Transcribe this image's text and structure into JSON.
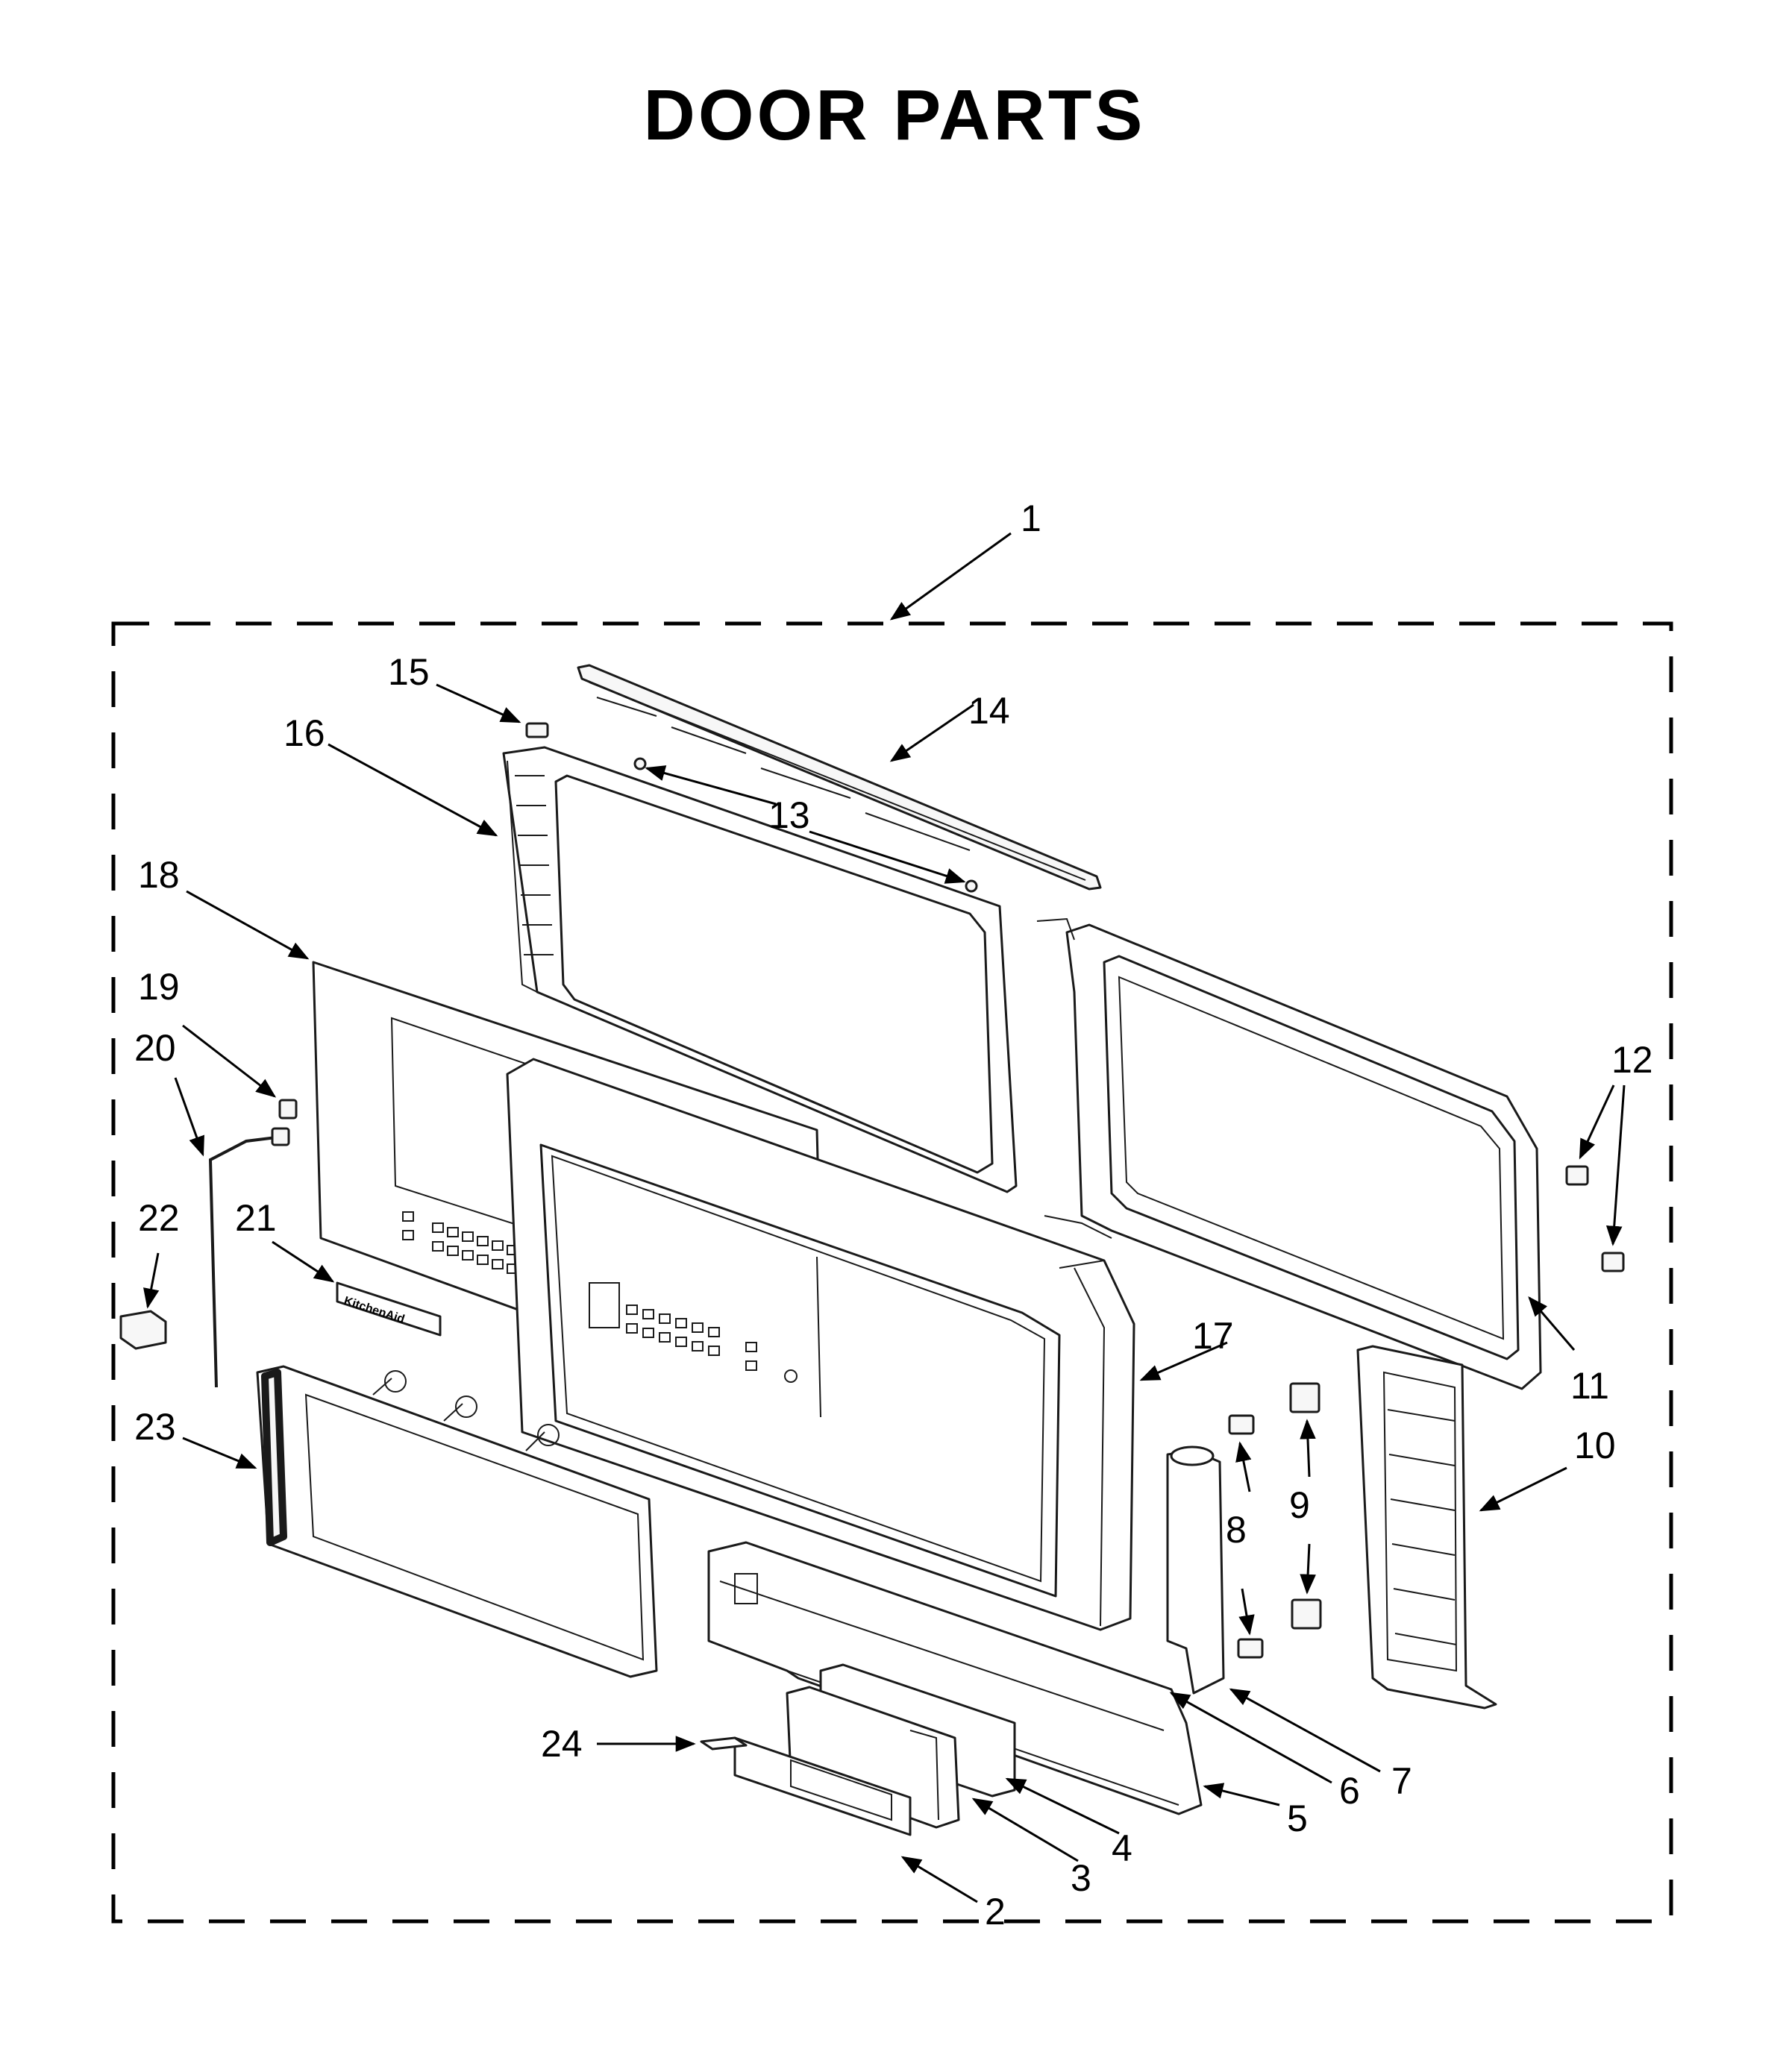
{
  "title": "DOOR PARTS",
  "brand_plate_text": "KitchenAid",
  "callouts": [
    {
      "id": "1",
      "label": "1"
    },
    {
      "id": "2",
      "label": "2"
    },
    {
      "id": "3",
      "label": "3"
    },
    {
      "id": "4",
      "label": "4"
    },
    {
      "id": "5",
      "label": "5"
    },
    {
      "id": "6",
      "label": "6"
    },
    {
      "id": "7",
      "label": "7"
    },
    {
      "id": "8a",
      "label": "8"
    },
    {
      "id": "9a",
      "label": "9"
    },
    {
      "id": "10",
      "label": "10"
    },
    {
      "id": "11",
      "label": "11"
    },
    {
      "id": "12",
      "label": "12"
    },
    {
      "id": "13",
      "label": "13"
    },
    {
      "id": "14",
      "label": "14"
    },
    {
      "id": "15",
      "label": "15"
    },
    {
      "id": "16",
      "label": "16"
    },
    {
      "id": "17",
      "label": "17"
    },
    {
      "id": "18",
      "label": "18"
    },
    {
      "id": "19",
      "label": "19"
    },
    {
      "id": "20",
      "label": "20"
    },
    {
      "id": "21",
      "label": "21"
    },
    {
      "id": "22",
      "label": "22"
    },
    {
      "id": "23",
      "label": "23"
    },
    {
      "id": "24",
      "label": "24"
    }
  ]
}
